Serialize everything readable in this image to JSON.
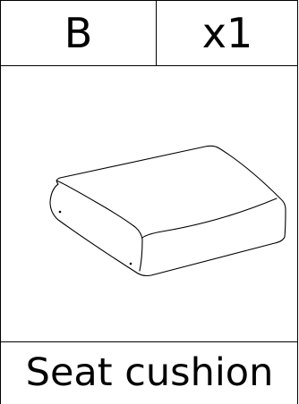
{
  "part": {
    "letter": "B",
    "quantity": "x1",
    "name": "Seat cushion"
  },
  "illustration": {
    "subject": "seat-cushion-icon"
  },
  "colors": {
    "line": "#000000",
    "background": "#ffffff"
  }
}
